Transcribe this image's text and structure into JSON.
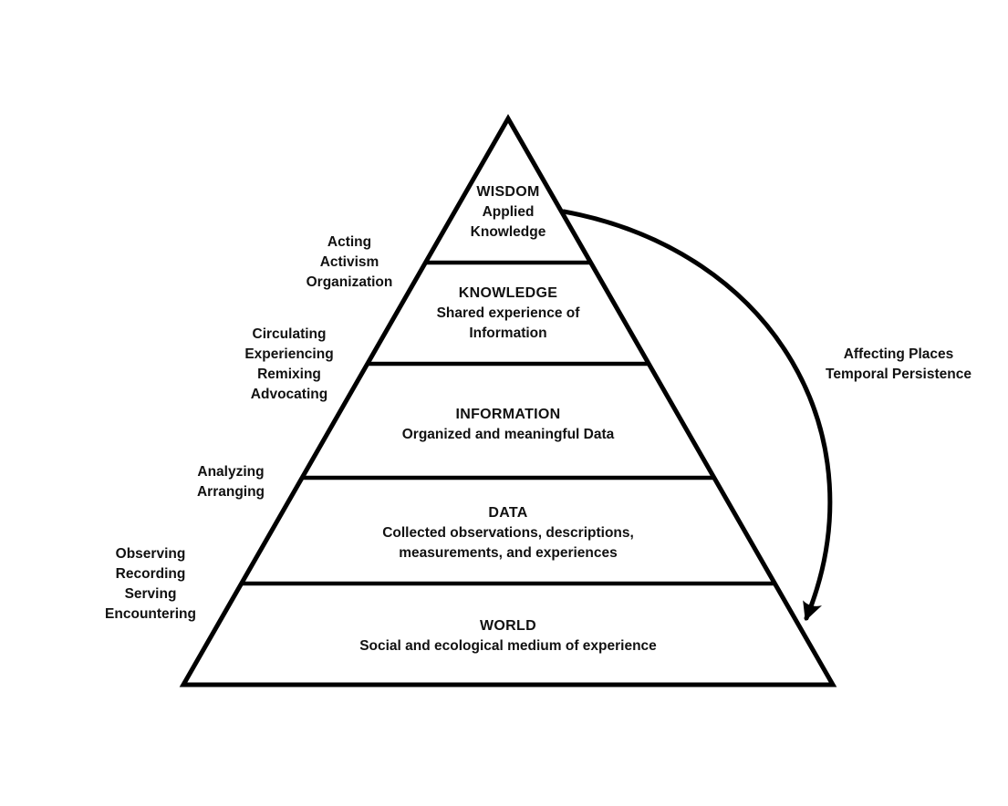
{
  "colors": {
    "line": "#000000",
    "text": "#111111",
    "background": "#ffffff"
  },
  "pyramid": {
    "levels": [
      {
        "name": "WISDOM",
        "description": "Applied\nKnowledge"
      },
      {
        "name": "KNOWLEDGE",
        "description": "Shared experience of\nInformation"
      },
      {
        "name": "INFORMATION",
        "description": "Organized and meaningful Data"
      },
      {
        "name": "DATA",
        "description": "Collected observations, descriptions,\nmeasurements, and experiences"
      },
      {
        "name": "WORLD",
        "description": "Social and ecological medium of experience"
      }
    ]
  },
  "left_labels": [
    "Acting\nActivism\nOrganization",
    "Circulating\nExperiencing\nRemixing\nAdvocating",
    "Analyzing\nArranging",
    "Observing\nRecording\nServing\nEncountering"
  ],
  "arrow": {
    "label": "Affecting Places\nTemporal Persistence"
  }
}
